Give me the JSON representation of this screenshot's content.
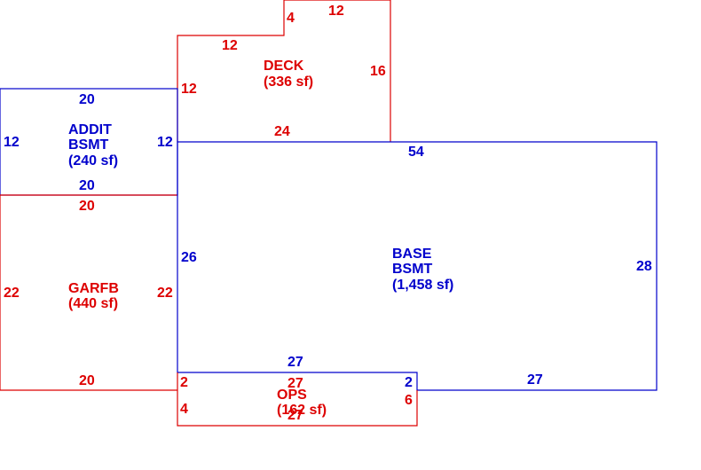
{
  "colors": {
    "blue": "#0000cc",
    "red": "#dd0000"
  },
  "areas": {
    "deck": {
      "name": "DECK",
      "area": "(336 sf)"
    },
    "addit": {
      "name_line1": "ADDIT",
      "name_line2": "BSMT",
      "area": "(240 sf)"
    },
    "garfb": {
      "name": "GARFB",
      "area": "(440 sf)"
    },
    "base": {
      "name_line1": "BASE",
      "name_line2": "BSMT",
      "area": "(1,458 sf)"
    },
    "ops": {
      "name": "OPS",
      "area": "(162 sf)"
    }
  },
  "dimensions": {
    "deck": {
      "top_right": "12",
      "notch": "4",
      "top_left": "12",
      "left": "12",
      "right": "16",
      "bottom": "24"
    },
    "addit": {
      "top": "20",
      "left": "12",
      "right": "12",
      "bottom": "20"
    },
    "garfb": {
      "top": "20",
      "left": "22",
      "right": "22",
      "bottom": "20"
    },
    "base": {
      "top": "54",
      "left": "26",
      "right": "28",
      "bottom_left": "27",
      "bottom_right": "27",
      "step_left": "2",
      "step_right": "2"
    },
    "ops": {
      "top": "27",
      "bottom": "27",
      "left": "4",
      "right": "6"
    }
  }
}
